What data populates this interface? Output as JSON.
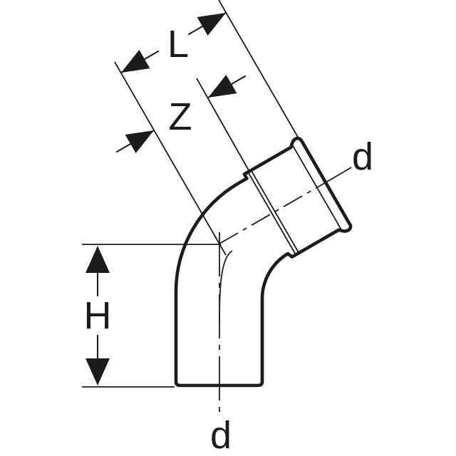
{
  "drawing": {
    "dimensions": {
      "L": "L",
      "Z": "Z",
      "H": "H"
    },
    "diameter_labels": {
      "top": "d",
      "bottom": "d"
    },
    "colors": {
      "ink": "#1c1c1c",
      "background": "#ffffff"
    }
  }
}
